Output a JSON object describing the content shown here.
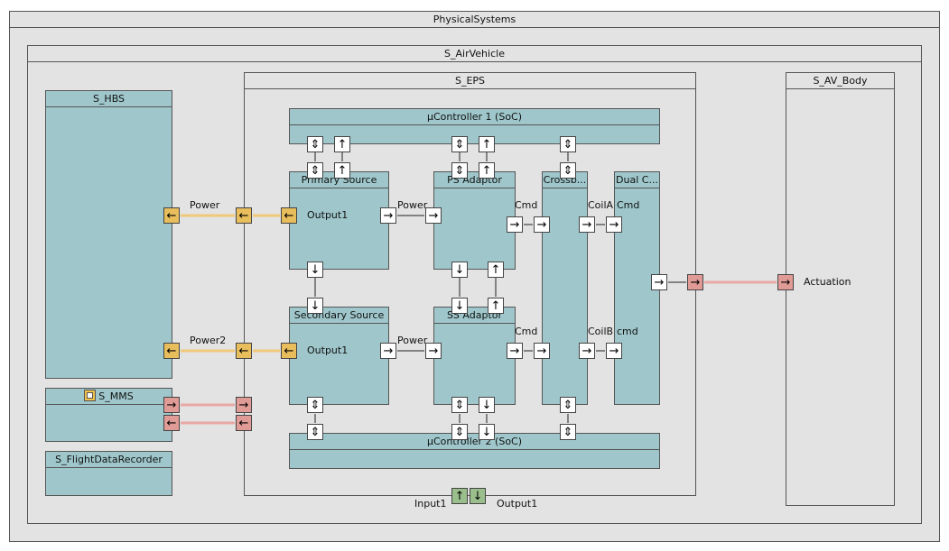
{
  "colors": {
    "frame": "#e3e3e3",
    "block": "#9fc7cb",
    "power_port": "#e8bd5c",
    "signal_port": "#e19b96",
    "io_port": "#9bbf8c",
    "power_line": "#f0c97a",
    "signal_line": "#e8a8a4"
  },
  "titles": {
    "physical_systems": "PhysicalSystems",
    "air_vehicle": "S_AirVehicle",
    "eps": "S_EPS",
    "av_body": "S_AV_Body",
    "hbs": "S_HBS",
    "mms": "S_MMS",
    "fdr": "S_FlightDataRecorder",
    "mc1": "µController 1 (SoC)",
    "mc2": "µController 2 (SoC)",
    "primary_source": "Primary Source",
    "secondary_source": "Secondary Source",
    "ps_adaptor": "PS Adaptor",
    "ss_adaptor": "SS Adaptor",
    "crossbar": "Crossb...",
    "dual": "Dual C..."
  },
  "labels": {
    "power": "Power",
    "power2": "Power2",
    "output1_primary": "Output1",
    "output1_secondary": "Output1",
    "ps_power": "Power",
    "ss_power": "Power",
    "ps_cmd": "Cmd",
    "ss_cmd": "Cmd",
    "coil_a": "CoilA",
    "coil_b": "CoilB",
    "dual_cmd_a": "Cmd",
    "dual_cmd_b": "cmd",
    "actuation": "Actuation",
    "input1": "Input1",
    "output1_eps": "Output1"
  },
  "icons": {
    "mms_block": "module-icon",
    "arrow_left": "←",
    "arrow_right": "→",
    "arrow_up": "↑",
    "arrow_down": "↓",
    "arrow_updown": "⇕"
  }
}
